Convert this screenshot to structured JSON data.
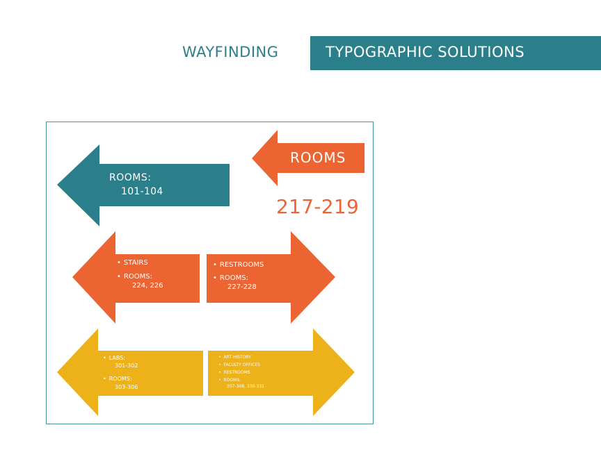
{
  "header": {
    "section": "WAYFINDING",
    "topic": "TYPOGRAPHIC SOLUTIONS"
  },
  "colors": {
    "teal": "#2b7f8b",
    "orange": "#ec6432",
    "gold": "#edb119"
  },
  "signs": {
    "teal_sign": {
      "line1": "ROOMS:",
      "line2": "101-104"
    },
    "rooms_sign": {
      "label": "ROOMS",
      "number": "217-219"
    },
    "orange_left": {
      "item1": "STAIRS",
      "item2": "ROOMS:",
      "item2_sub": "224, 226"
    },
    "orange_right": {
      "item1": "RESTROOMS",
      "item2": "ROOMS:",
      "item2_sub": "227-228"
    },
    "gold_left": {
      "item1": "LABS:",
      "item1_sub": "301-302",
      "item2": "ROOMS:",
      "item2_sub": "303-306"
    },
    "gold_right": {
      "item1": "ART HISTORY",
      "item2": "FACULTY OFFICES",
      "item3": "RESTROOMS",
      "item4": "ROOMS:",
      "item4_sub": "307-308, 330-331"
    }
  }
}
